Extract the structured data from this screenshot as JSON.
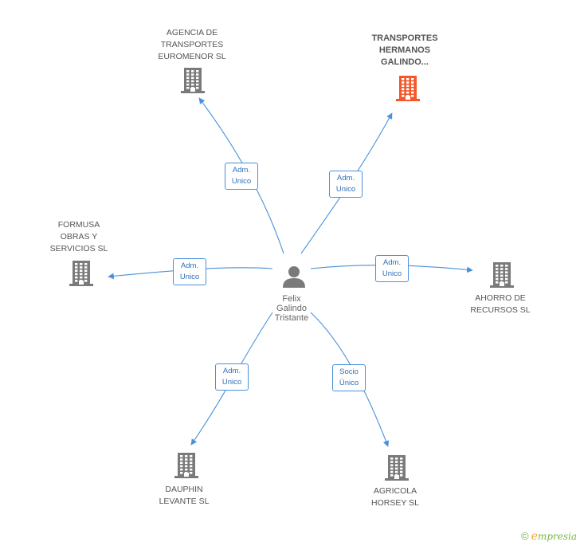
{
  "center": {
    "name": "Felix\nGalindo\nTristante"
  },
  "colors": {
    "edge": "#4a90d9",
    "building": "#7a7a7a",
    "highlight": "#f4572a"
  },
  "companies": [
    {
      "id": "agencia",
      "name": "AGENCIA DE\nTRANSPORTES\nEUROMENOR SL",
      "highlight": false,
      "role": "Adm.\nUnico"
    },
    {
      "id": "transportes",
      "name": "TRANSPORTES\nHERMANOS\nGALINDO...",
      "highlight": true,
      "role": "Adm.\nUnico"
    },
    {
      "id": "formusa",
      "name": "FORMUSA\nOBRAS Y\nSERVICIOS SL",
      "highlight": false,
      "role": "Adm.\nUnico"
    },
    {
      "id": "ahorro",
      "name": "AHORRO DE\nRECURSOS SL",
      "highlight": false,
      "role": "Adm.\nUnico"
    },
    {
      "id": "dauphin",
      "name": "DAUPHIN\nLEVANTE SL",
      "highlight": false,
      "role": "Adm.\nUnico"
    },
    {
      "id": "agricola",
      "name": "AGRICOLA\nHORSEY SL",
      "highlight": false,
      "role": "Socio\nÚnico"
    }
  ],
  "branding": {
    "copyright": "©",
    "e": "e",
    "rest": "mpresia"
  }
}
